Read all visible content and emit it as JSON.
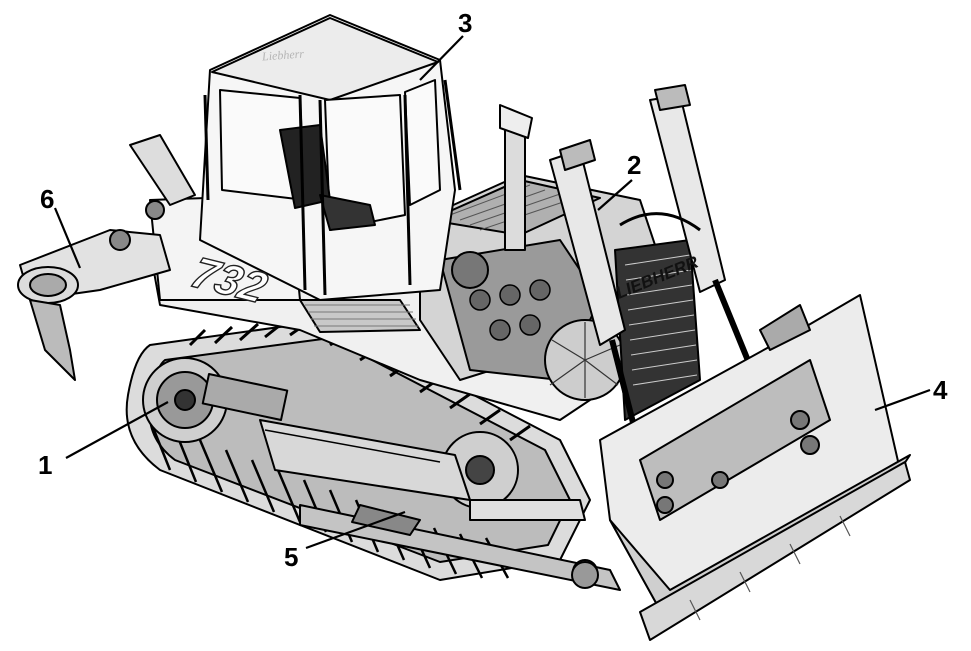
{
  "figure": {
    "callouts": [
      {
        "id": "c1",
        "label": "1"
      },
      {
        "id": "c2",
        "label": "2"
      },
      {
        "id": "c3",
        "label": "3"
      },
      {
        "id": "c4",
        "label": "4"
      },
      {
        "id": "c5",
        "label": "5"
      },
      {
        "id": "c6",
        "label": "6"
      }
    ],
    "model_number": "732",
    "brand_badge": "LIEBHERR",
    "cab_roof_watermark": "Liebherr"
  },
  "colors": {
    "ink": "#000000",
    "paper": "#ffffff",
    "panel": "#e6e6e6",
    "shadow": "#4a4a4a"
  }
}
